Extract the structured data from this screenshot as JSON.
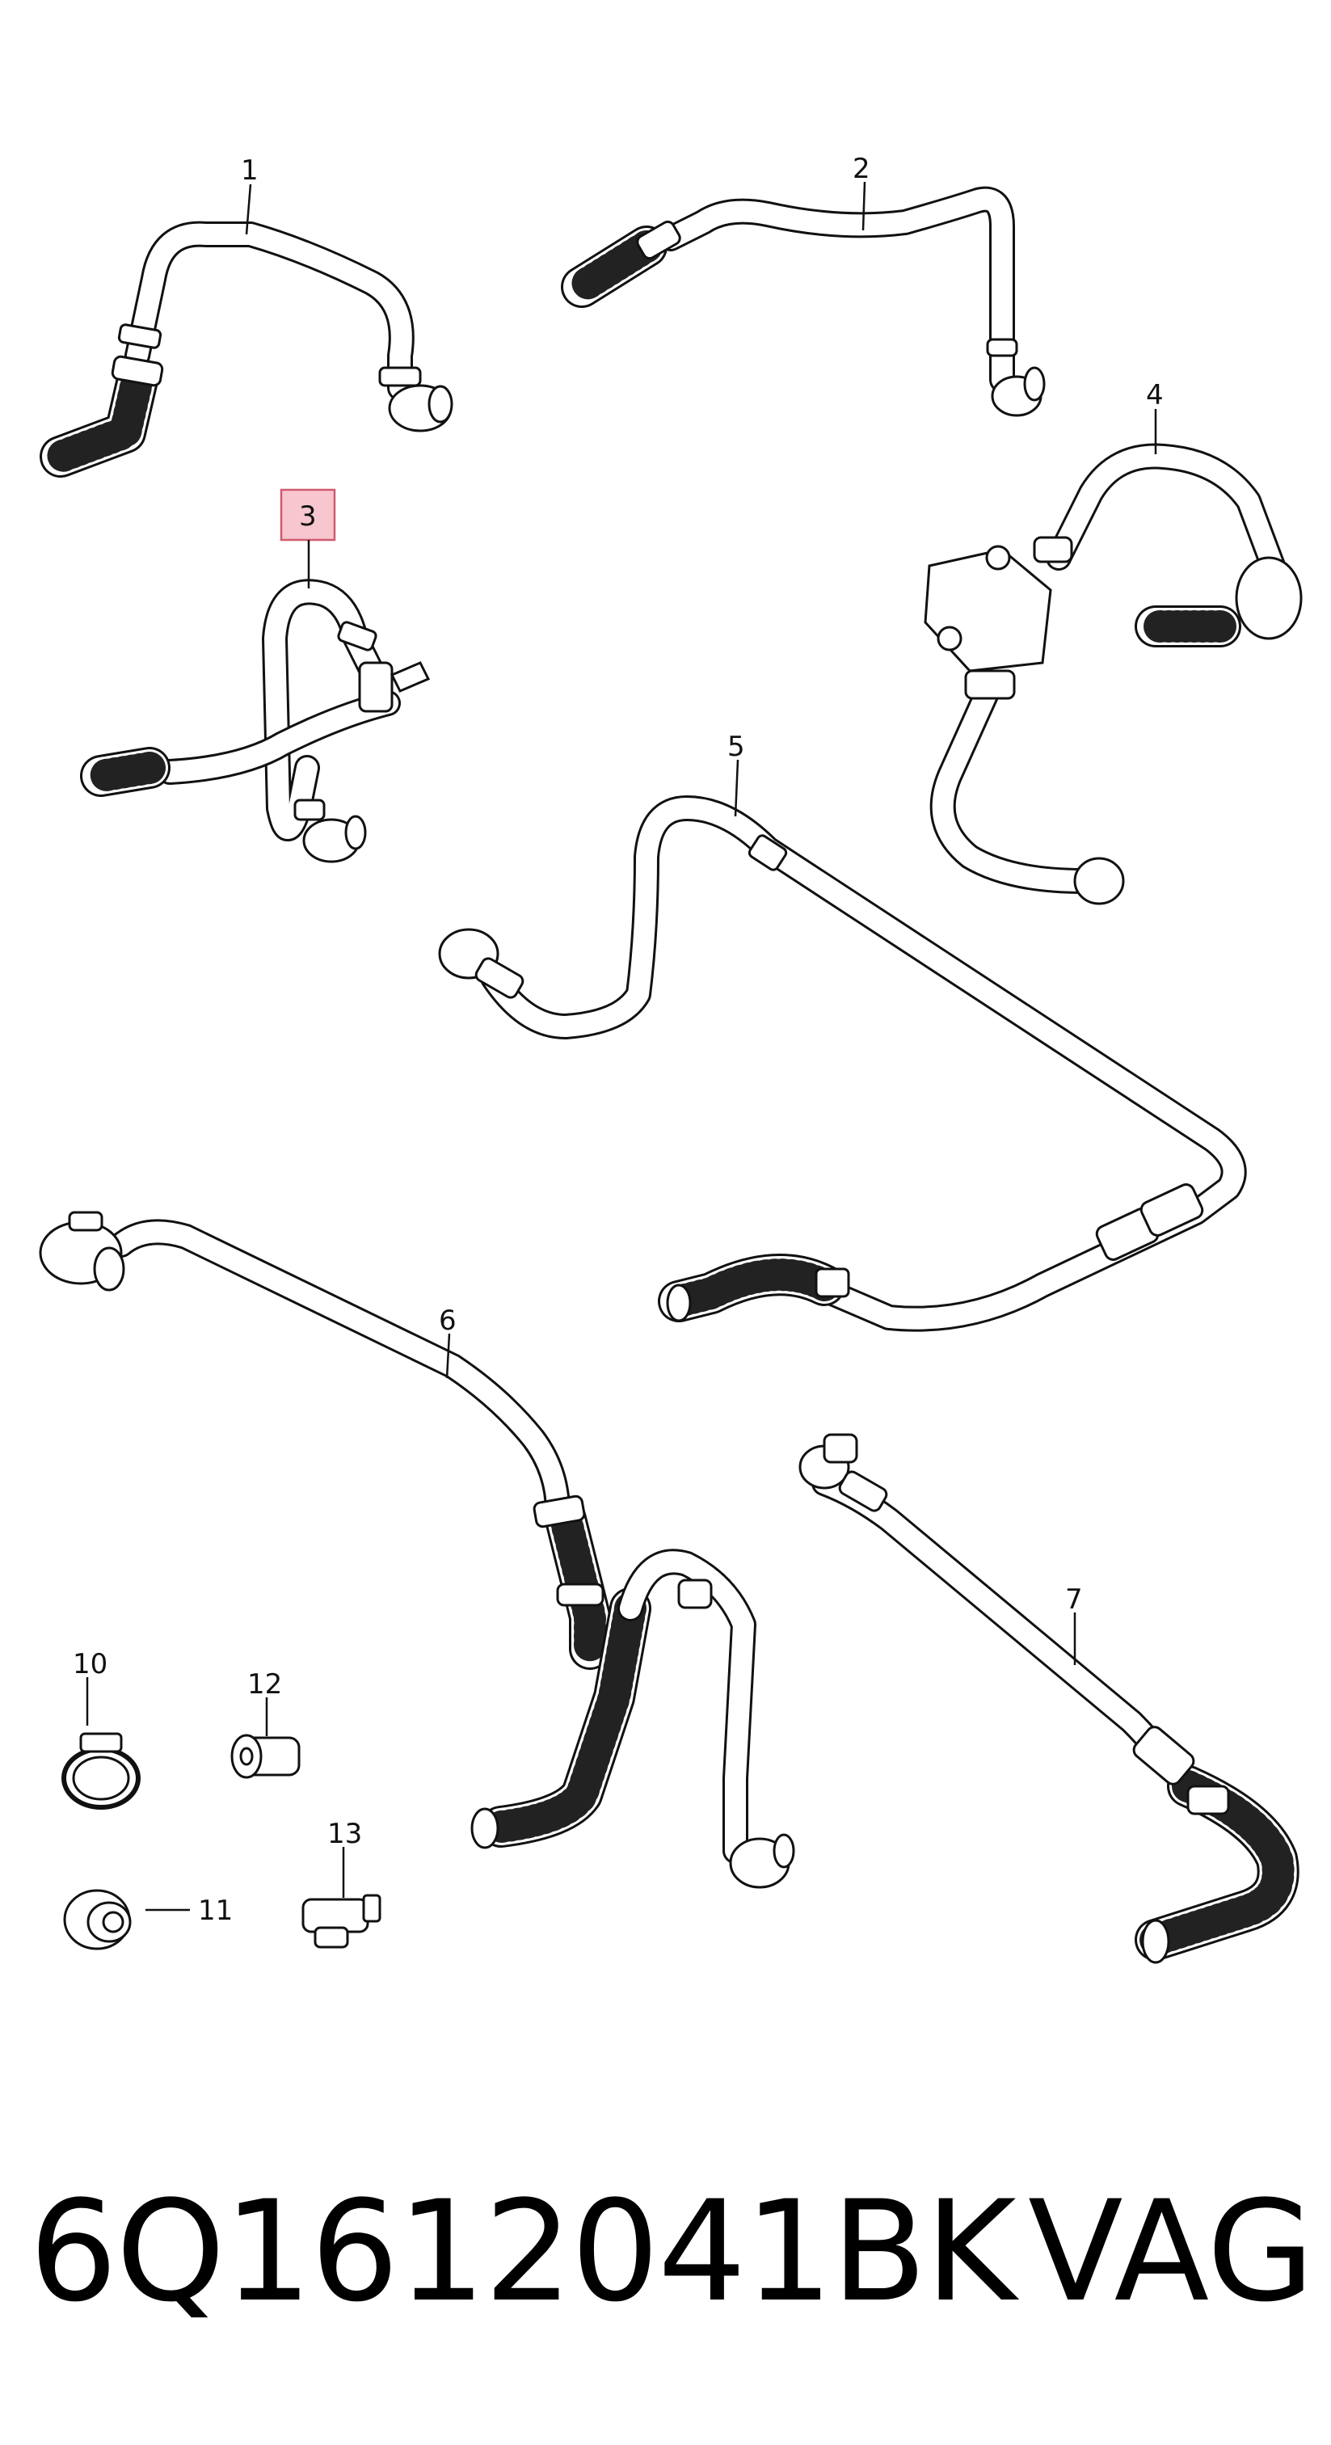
{
  "callouts": {
    "c1": "1",
    "c2": "2",
    "c3": "3",
    "c4": "4",
    "c5": "5",
    "c6": "6",
    "c7": "7",
    "c10": "10",
    "c11": "11",
    "c12": "12",
    "c13": "13"
  },
  "highlight_color": "#f7c6cf",
  "footer": {
    "part_number": "6Q1612041BK",
    "brand": "VAG"
  }
}
